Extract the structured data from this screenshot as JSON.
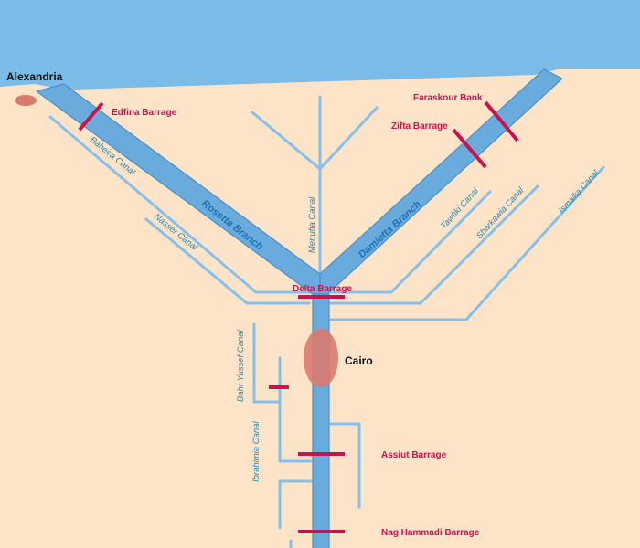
{
  "colors": {
    "land": "#fde3c8",
    "sea": "#7bbbe8",
    "river": "#6aabdd",
    "river_outline": "#4a8fc6",
    "canal": "#86c0ea",
    "barrage": "#c8144e",
    "city_marker": "#d97a6e",
    "city_text": "#111111",
    "canal_text": "#2f86a9",
    "river_text": "#1c73b3"
  },
  "cities": {
    "alexandria": "Alexandria",
    "cairo": "Cairo"
  },
  "rivers": {
    "rosetta": "Rosetta Branch",
    "damietta": "Damietta Branch"
  },
  "barrages": {
    "edfina": "Edfina Barrage",
    "faraskour": "Faraskour Bank",
    "zifta": "Zifta Barrage",
    "delta": "Delta Barrage",
    "assiut": "Assiut Barrage",
    "nag_hammadi": "Nag Hammadi Barrage"
  },
  "canals": {
    "baheira": "Baheira Canal",
    "nasser": "Nasser Canal",
    "menufia": "Menufia Canal",
    "tawfiki": "Tawfiki Canal",
    "sharkawia": "Sharkawia Canal",
    "ismailia": "Ismailia Canal",
    "bahr_yussef": "Bahr Yussef Canal",
    "ibrahimia": "Ibrahimia Canal"
  }
}
